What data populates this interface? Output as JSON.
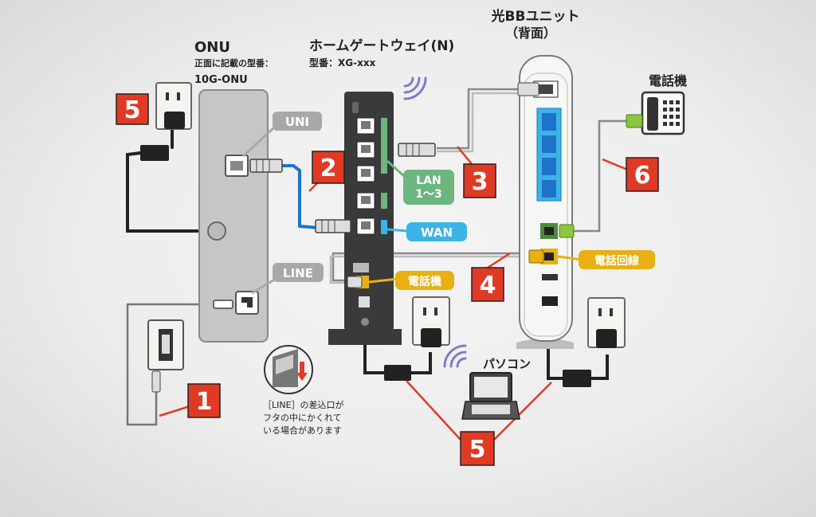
{
  "colors": {
    "badge_red": "#e03a24",
    "lan_green": "#6db67f",
    "wan_blue": "#3ab4e6",
    "phone_yellow": "#e8b012",
    "port_gray": "#a8a8a8",
    "ethernet_blue": "#1e73c8",
    "optical_green": "#8cc63f",
    "device_dark": "#3a3a3a"
  },
  "onu": {
    "title": "ONU",
    "model_caption": "正面に記載の型番：",
    "model": "10G-ONU",
    "port_uni": "UNI",
    "port_line": "LINE"
  },
  "home_gateway": {
    "title": "ホームゲートウェイ(N)",
    "model": "型番：XG-xxx",
    "lan_label": "LAN\n1～3",
    "wan_label": "WAN",
    "phone_label": "電話機"
  },
  "hikari_bb": {
    "title": "光BBユニット",
    "subtitle": "（背面）",
    "phone_line_label": "電話回線"
  },
  "telephone": {
    "label": "電話機"
  },
  "pc": {
    "label": "パソコン"
  },
  "note": {
    "line1": "［LINE］の差込口が",
    "line2": "フタの中にかくれて",
    "line3": "いる場合があります"
  },
  "badges": {
    "b1": "1",
    "b2": "2",
    "b3": "3",
    "b4": "4",
    "b5_left": "5",
    "b5_bottom": "5",
    "b6": "6"
  }
}
